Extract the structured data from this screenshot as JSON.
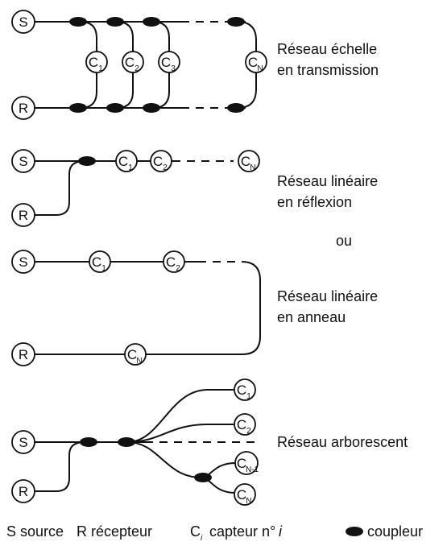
{
  "sections": [
    {
      "title_line1": "Réseau échelle",
      "title_line2": "en transmission"
    },
    {
      "title_line1": "Réseau linéaire",
      "title_line2": "en réflexion"
    },
    {
      "title_line1": "Réseau linéaire",
      "title_line2": "en anneau"
    },
    {
      "title_line1": "Réseau arborescent"
    }
  ],
  "separator_word": "ou",
  "node_labels": {
    "source": "S",
    "receiver": "R",
    "sensor_letter": "C",
    "sensor_subs": [
      "1",
      "2",
      "3",
      "N",
      "N-1"
    ]
  },
  "legend": {
    "source": "S source",
    "receiver": "R récepteur",
    "sensor_prefix": "C",
    "sensor_sub": "i",
    "sensor_text": "capteur n°",
    "sensor_index": "i",
    "coupler": "coupleur"
  }
}
